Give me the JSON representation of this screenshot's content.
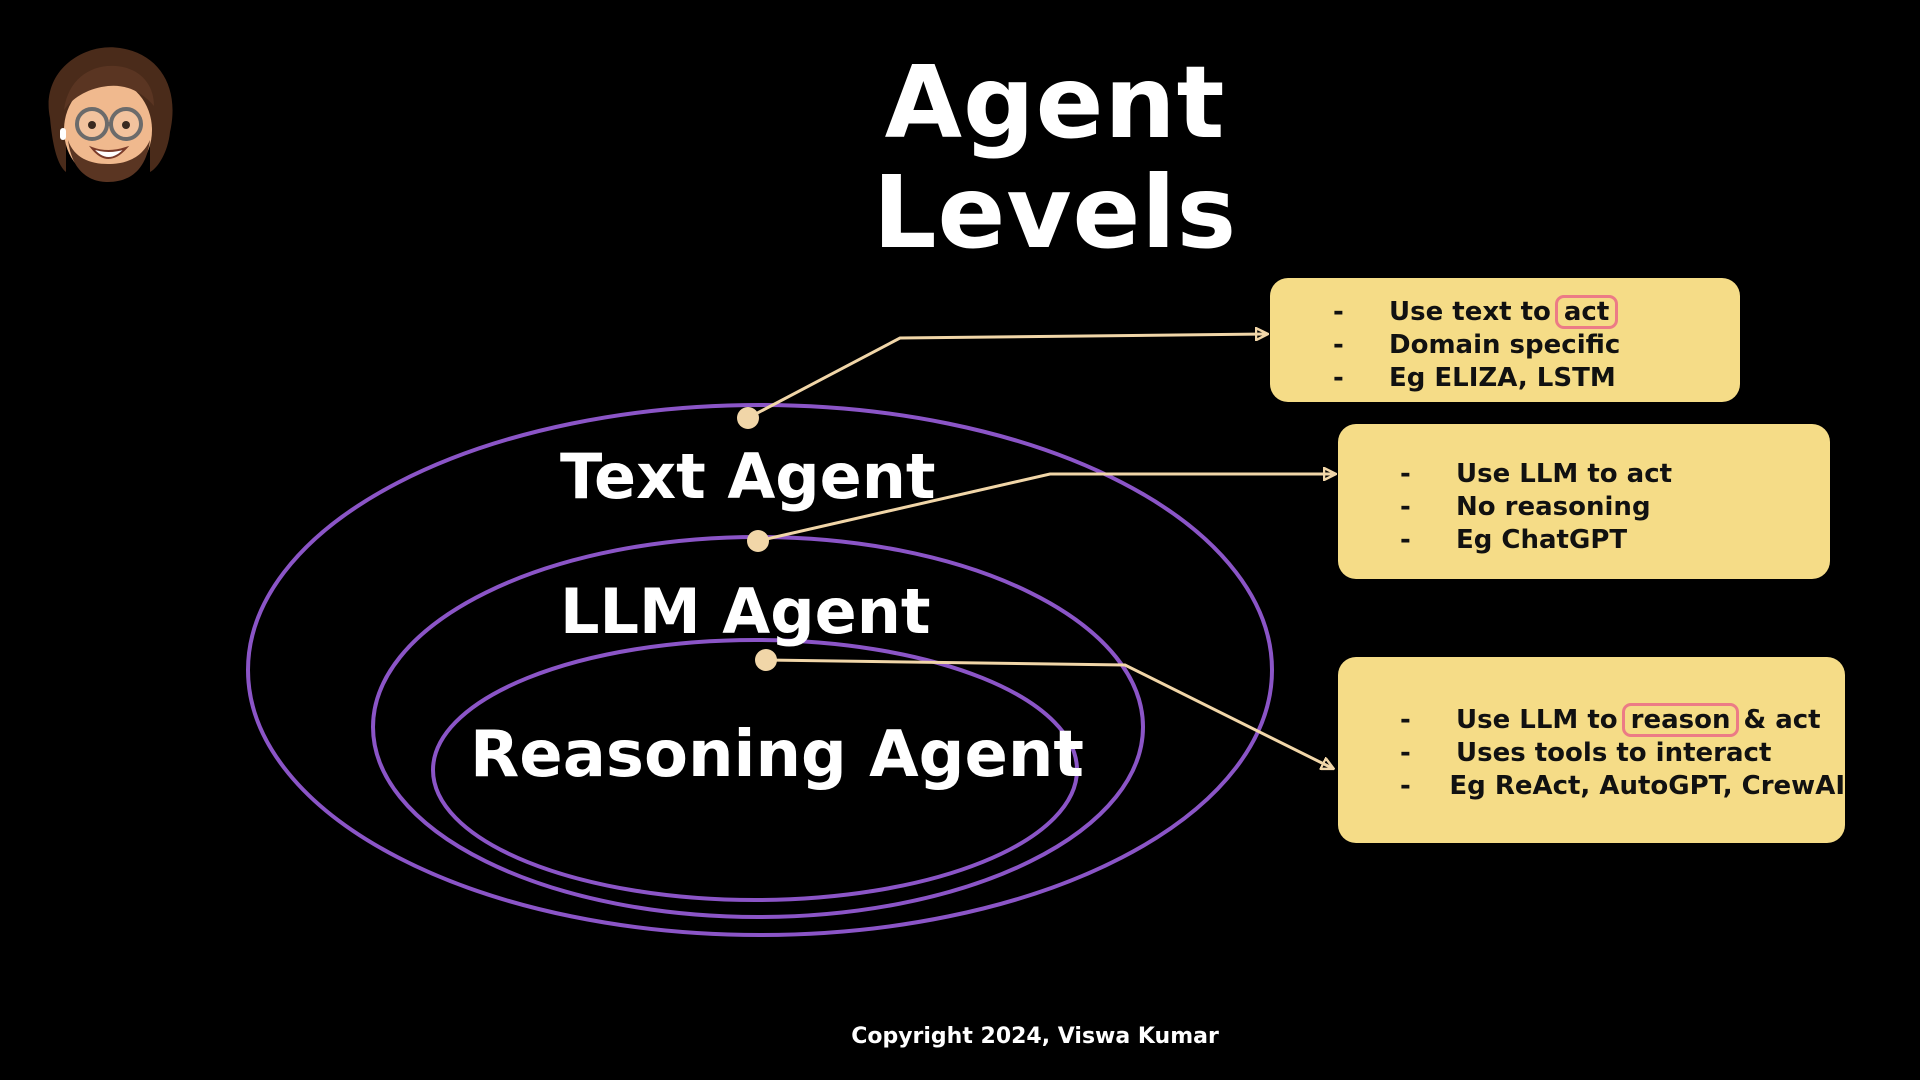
{
  "title": "Agent Levels",
  "colors": {
    "background": "#000000",
    "ring": "#8b55c7",
    "note_bg": "#f5dc87",
    "connector": "#f1d6a8",
    "highlight": "#ec7b86"
  },
  "avatar": {
    "icon": "memoji-avatar-icon"
  },
  "levels": [
    {
      "label": "Text Agent",
      "notes": [
        {
          "before": "Use text to",
          "highlight": "act",
          "after": ""
        },
        {
          "before": "Domain specific",
          "highlight": "",
          "after": ""
        },
        {
          "before": "Eg ELIZA, LSTM",
          "highlight": "",
          "after": ""
        }
      ]
    },
    {
      "label": "LLM Agent",
      "notes": [
        {
          "before": "Use LLM to act",
          "highlight": "",
          "after": ""
        },
        {
          "before": "No reasoning",
          "highlight": "",
          "after": ""
        },
        {
          "before": "Eg ChatGPT",
          "highlight": "",
          "after": ""
        }
      ]
    },
    {
      "label": "Reasoning Agent",
      "notes": [
        {
          "before": "Use LLM to",
          "highlight": "reason",
          "after": "& act"
        },
        {
          "before": "Uses tools to interact",
          "highlight": "",
          "after": ""
        },
        {
          "before": "Eg ReAct, AutoGPT, CrewAI",
          "highlight": "",
          "after": ""
        }
      ]
    }
  ],
  "bullet": "-",
  "copyright": "Copyright 2024, Viswa Kumar"
}
